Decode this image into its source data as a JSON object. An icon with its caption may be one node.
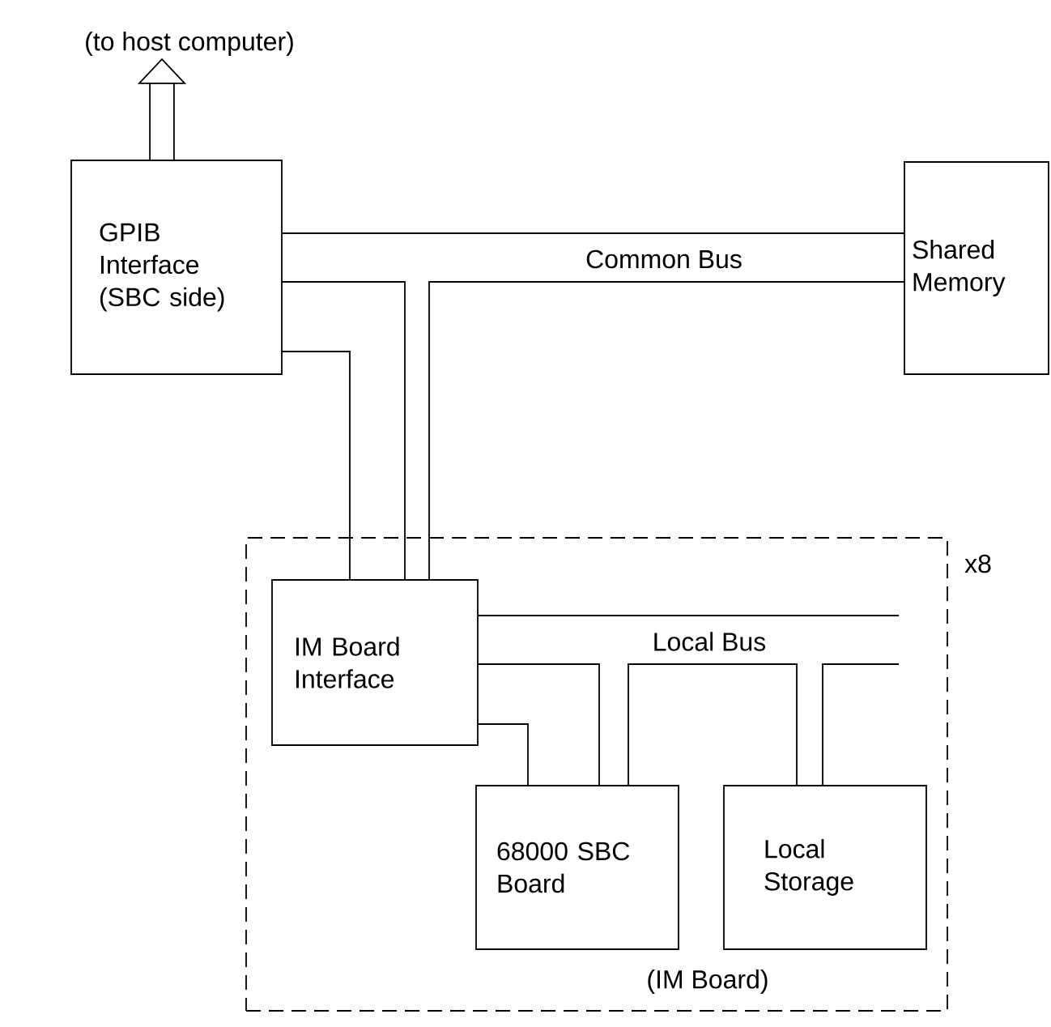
{
  "diagram": {
    "nodes": [
      {
        "text": [
          "(to host computer)"
        ]
      },
      {
        "text": [
          "GPIB Interface (SBC side)"
        ]
      },
      {
        "text": [
          "Shared Memory"
        ]
      },
      {
        "text": [
          "(IM Board)"
        ],
        "beside": [
          "x8"
        ]
      },
      {
        "text": [
          "IM Board Interface"
        ],
        "in": 3
      },
      {
        "text": [
          "68000 SBC Board"
        ],
        "in": 3
      },
      {
        "text": [
          "Local Storage"
        ],
        "in": 3
      }
    ],
    "edges": [
      {
        "from": 1,
        "to": 0,
        "arrow": "to",
        "style": "thick"
      },
      {
        "from": 1,
        "to": 2,
        "arrow": "none",
        "label": "Common Bus"
      },
      {
        "from": 1,
        "to": 4,
        "arrow": "none"
      },
      {
        "from": 2,
        "to": 4,
        "arrow": "none"
      },
      {
        "from": 1,
        "to": 4,
        "arrow": "none"
      },
      {
        "from": 4,
        "to": null,
        "arrow": "none",
        "label": "Local Bus"
      },
      {
        "from": 4,
        "to": 5,
        "arrow": "none"
      },
      {
        "from": 5,
        "to": 6,
        "arrow": "none"
      },
      {
        "from": 6,
        "to": null,
        "arrow": "none"
      },
      {
        "from": 4,
        "to": 5,
        "arrow": "none"
      }
    ]
  }
}
